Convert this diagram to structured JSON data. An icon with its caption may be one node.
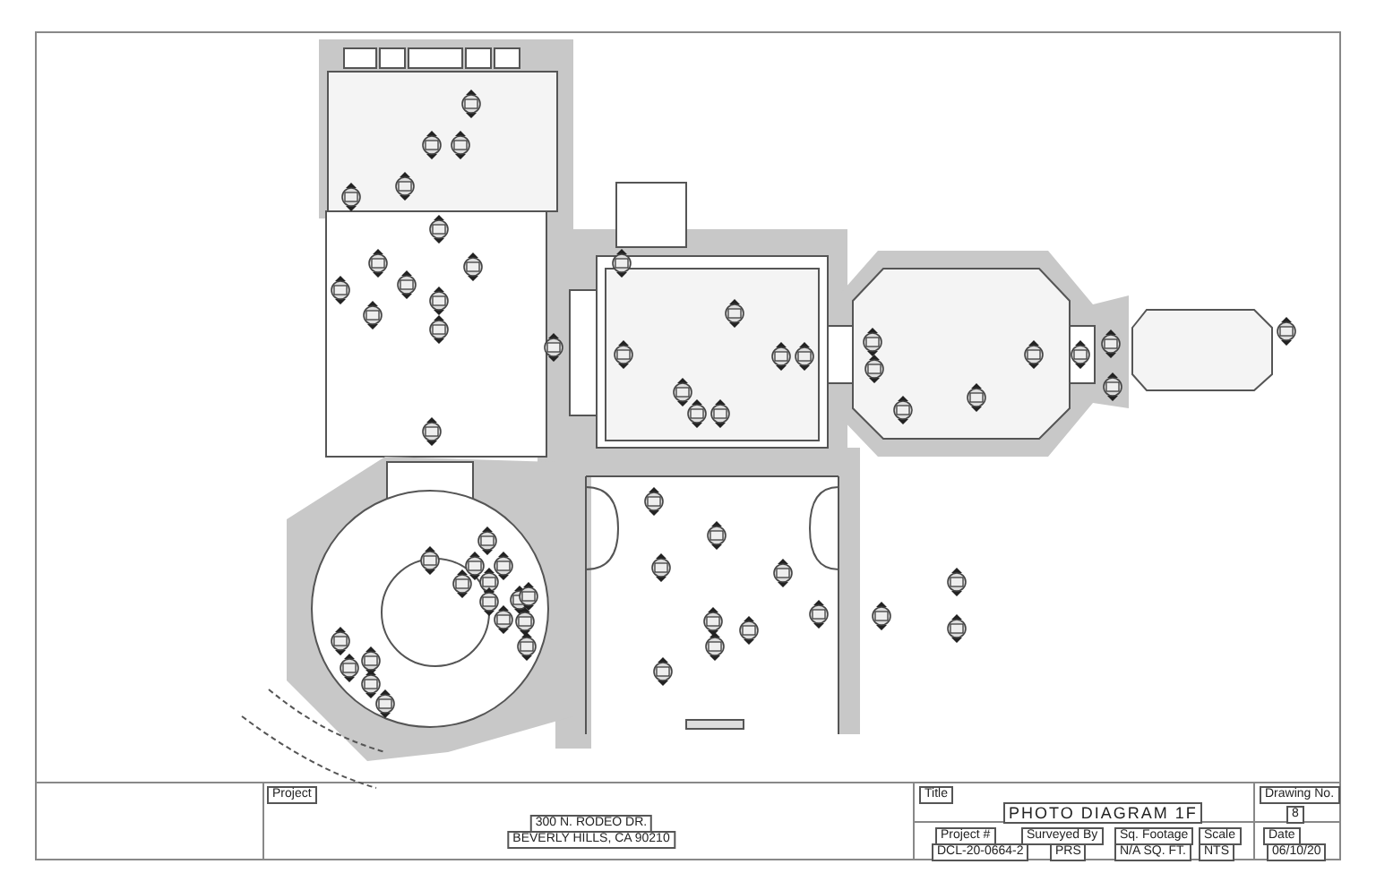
{
  "diagram": {
    "labels": [
      "Project",
      "300 N. RODEO DR.",
      "BEVERLY HILLS, CA 90210",
      "Title",
      "PHOTO DIAGRAM 1F",
      "Drawing No.",
      "8",
      "Project #",
      "DCL-20-0664-2",
      "Surveyed By",
      "PRS",
      "Sq. Footage",
      "N/A SQ. FT.",
      "Scale",
      "NTS",
      "Date",
      "06/10/20"
    ]
  }
}
